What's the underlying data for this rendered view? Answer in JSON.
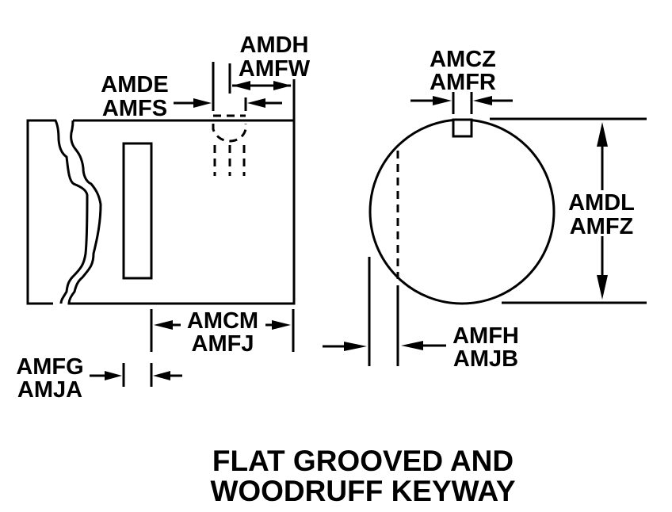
{
  "diagram": {
    "title_lines": [
      "FLAT GROOVED AND",
      "WOODRUFF KEYWAY"
    ],
    "colors": {
      "line": "#000000",
      "background": "#ffffff"
    },
    "views": {
      "side_view": {
        "name": "Shaft side view (broken), flat groove and woodruff keyway"
      },
      "end_view": {
        "name": "Shaft end view (circular cross-section with keyway)"
      }
    },
    "dimensions": {
      "amde_amfs": {
        "lines": [
          "AMDE",
          "AMFS"
        ]
      },
      "amdh_amfw": {
        "lines": [
          "AMDH",
          "AMFW"
        ]
      },
      "amcm_amfj": {
        "lines": [
          "AMCM",
          "AMFJ"
        ]
      },
      "amfg_amja": {
        "lines": [
          "AMFG",
          "AMJA"
        ]
      },
      "amcz_amfr": {
        "lines": [
          "AMCZ",
          "AMFR"
        ]
      },
      "amdl_amfz": {
        "lines": [
          "AMDL",
          "AMFZ"
        ]
      },
      "amfh_amjb": {
        "lines": [
          "AMFH",
          "AMJB"
        ]
      }
    }
  }
}
